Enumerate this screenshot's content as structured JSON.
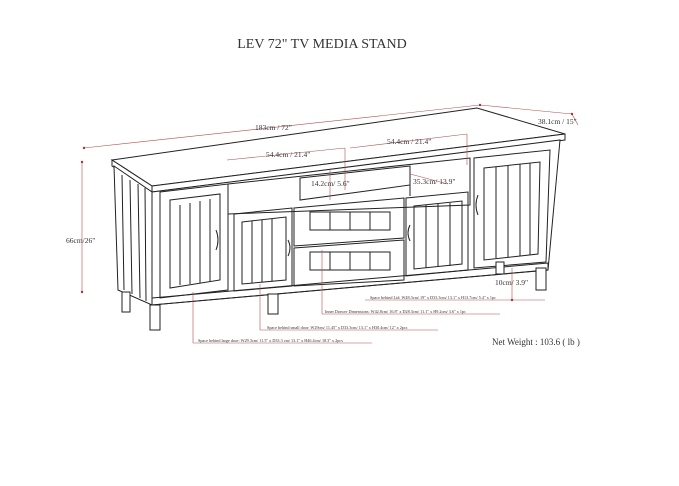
{
  "title": "LEV 72\" TV MEDIA STAND",
  "dimensions": {
    "width": "183cm / 72\"",
    "depth": "38.1cm / 15\"",
    "height": "66cm/26\"",
    "left_opening": "54.4cm / 21.4\"",
    "right_opening": "54.4cm / 21.4\"",
    "opening_height": "14.2cm/ 5.6\"",
    "shelf_depth": "35.3cm/ 13.9\"",
    "leg_height": "10cm/ 3.9\""
  },
  "notes": {
    "lid": "Space behind Lid: W48.3cm/ 19\" x D33.3cm/ 13.1\" x H13.7cm/ 5.4\" x 1pc",
    "drawer": "Inner Drawer Dimensions: W42.8cm/ 16.8\" x D28.3cm/ 11.1\" x H9.2cm/ 3.6\" x 1pc",
    "small_door": "Space behind small door: W29cm/ 11.45\" x D33.3cm/ 13.1\" x H30.4cm/ 12\" x 2pcs",
    "large_door": "Space behind large door: W29.3cm/ 11.5\" x D33.3 cm/ 13.1\" x H46.4cm/ 18.3\" x 2pcs"
  },
  "net_weight": "Net Weight : 103.6 ( lb )"
}
